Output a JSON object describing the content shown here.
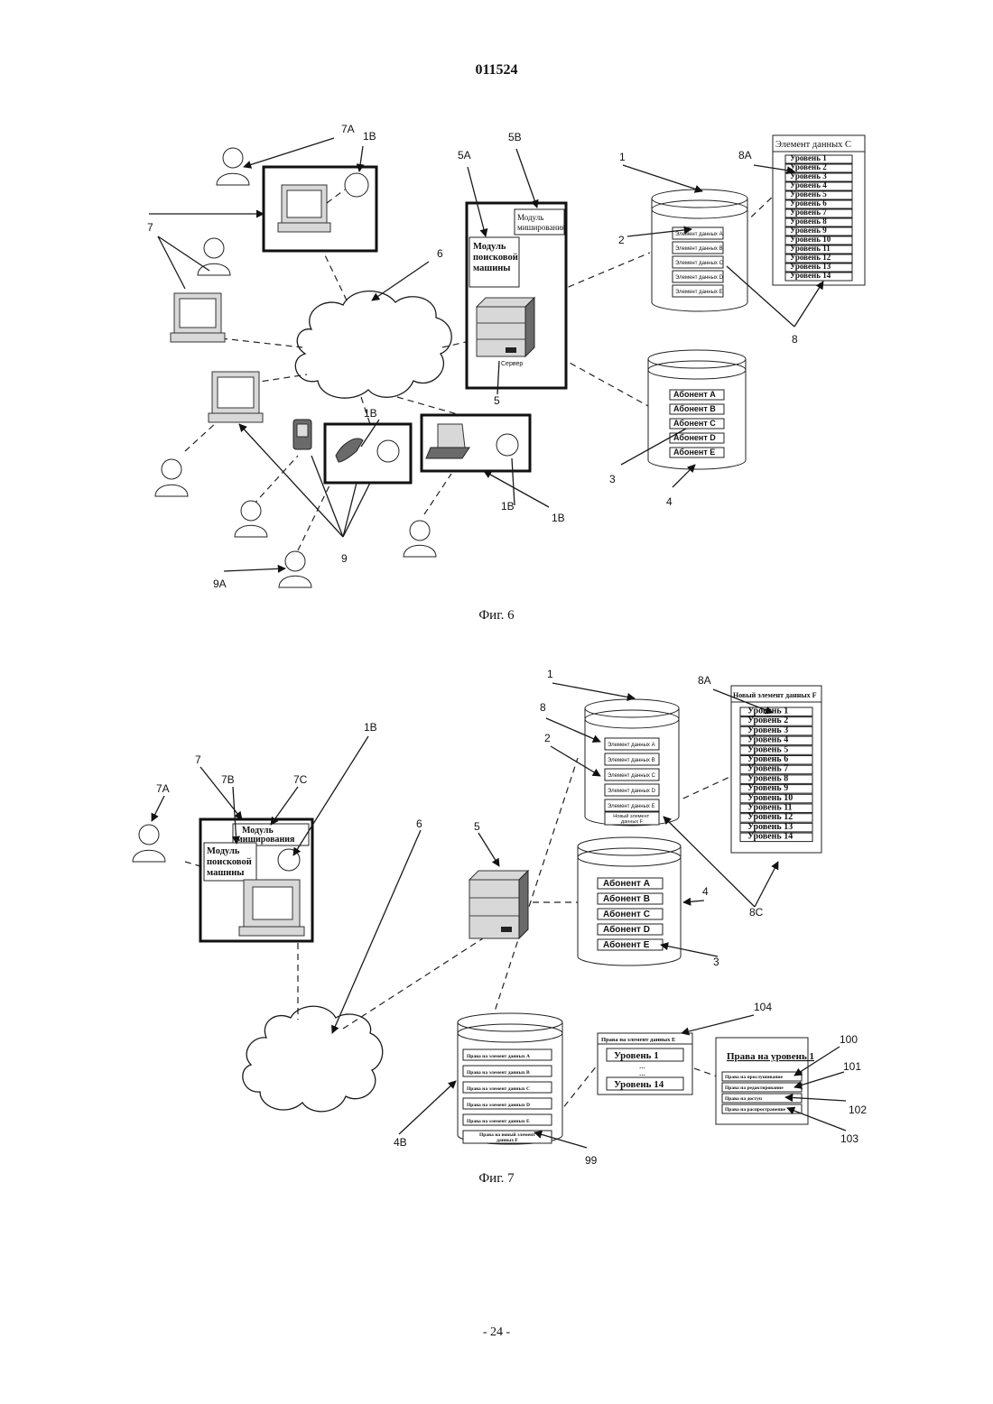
{
  "page": {
    "patent_number": "011524",
    "page_number": "- 24 -"
  },
  "fig6": {
    "caption": "Фиг. 6",
    "labels": {
      "l7A": "7A",
      "l1B_top": "1B",
      "l7": "7",
      "l6": "6",
      "l5A": "5A",
      "l5B": "5B",
      "l1": "1",
      "l8A": "8A",
      "l2": "2",
      "l8": "8",
      "l5": "5",
      "l3": "3",
      "l4": "4",
      "l1B_mid": "1B",
      "l1B_bot1": "1B",
      "l1B_bot2": "1B",
      "l9": "9",
      "l9A": "9A"
    },
    "search_module": [
      "Модуль",
      "поисковой",
      "машины"
    ],
    "hash_module": [
      "Модуль",
      "миширования"
    ],
    "server_label": "Сервер",
    "db_items": [
      "Элемент данных A",
      "Элемент данных B",
      "Элемент данных C",
      "Элемент данных D",
      "Элемент данных E"
    ],
    "panel_title": "Элемент данных С",
    "levels": [
      "Уровень 1",
      "Уровень 2",
      "Уровень 3",
      "Уровень 4",
      "Уровень 5",
      "Уровень 6",
      "Уровень 7",
      "Уровень 8",
      "Уровень 9",
      "Уровень 10",
      "Уровень 11",
      "Уровень 12",
      "Уровень 13",
      "Уровень 14"
    ],
    "subscribers": [
      "Абонент A",
      "Абонент B",
      "Абонент C",
      "Абонент D",
      "Абонент E"
    ]
  },
  "fig7": {
    "caption": "Фиг. 7",
    "labels": {
      "l1": "1",
      "l8A": "8A",
      "l8": "8",
      "l2": "2",
      "l1B": "1B",
      "l7": "7",
      "l7B": "7B",
      "l7C": "7C",
      "l7A": "7A",
      "l6": "6",
      "l5": "5",
      "l4": "4",
      "l8C": "8C",
      "l3": "3",
      "l104": "104",
      "l100": "100",
      "l101": "101",
      "l102": "102",
      "l103": "103",
      "l4B": "4B",
      "l99": "99"
    },
    "hash_module": [
      "Модуль",
      "миширования"
    ],
    "search_module": [
      "Модуль",
      "поисковой",
      "машины"
    ],
    "db_items": [
      "Элемент данных A",
      "Элемент данных B",
      "Элемент данных C",
      "Элемент данных D",
      "Элемент данных E"
    ],
    "new_item": [
      "Новый элемент",
      "данных F"
    ],
    "panel_title": "Новый элемент данных F",
    "levels": [
      "Уровень 1",
      "Уровень 2",
      "Уровень 3",
      "Уровень 4",
      "Уровень 5",
      "Уровень 6",
      "Уровень 7",
      "Уровень 8",
      "Уровень 9",
      "Уровень 10",
      "Уровень 11",
      "Уровень 12",
      "Уровень 13",
      "Уровень 14"
    ],
    "subscribers": [
      "Абонент A",
      "Абонент B",
      "Абонент C",
      "Абонент D",
      "Абонент E"
    ],
    "rights_items": [
      "Права на элемент данных A",
      "Права на элемент данных B",
      "Права на элемент данных C",
      "Права на элемент данных D",
      "Права на элемент данных E"
    ],
    "rights_new": [
      "Права на новый элемент",
      "данных F"
    ],
    "e_panel_title": "Права на элемент данных E",
    "e_level_first": "Уровень 1",
    "e_dots1": "...",
    "e_dots2": "...",
    "e_level_last": "Уровень 14",
    "level_rights_title": "Права на уровень 1",
    "level_rights": [
      "Права на прослушивание",
      "Права на редактирование",
      "Права на доступ",
      "Права на распространение"
    ]
  }
}
